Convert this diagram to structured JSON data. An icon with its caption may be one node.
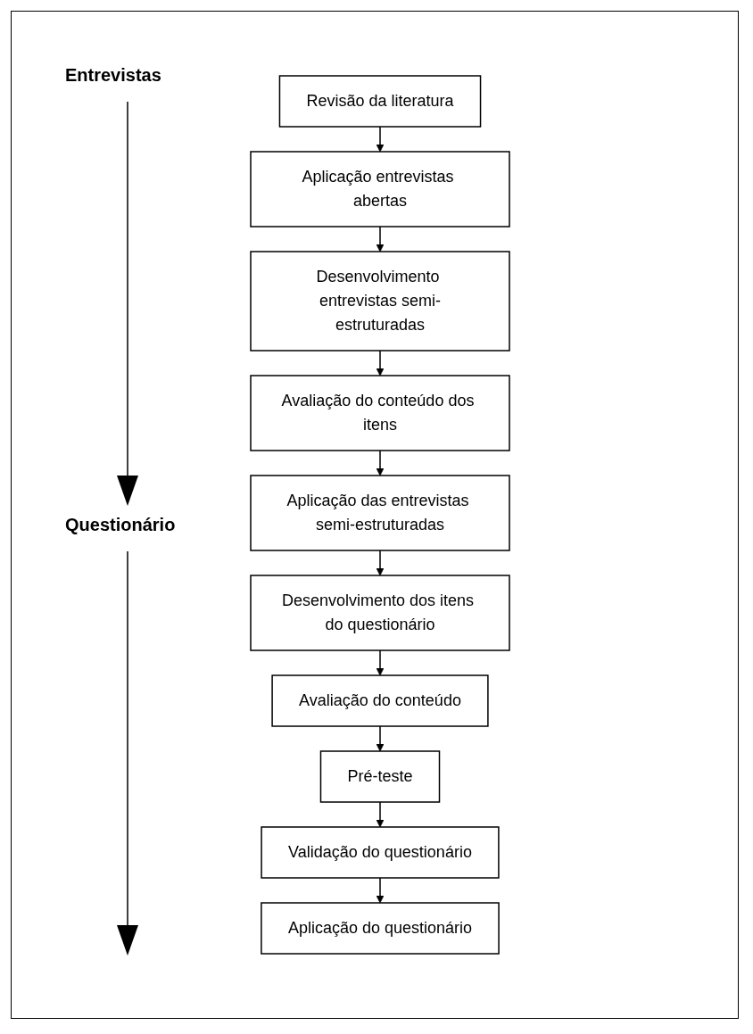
{
  "diagram": {
    "nodes": [
      {
        "text": [
          "Revisão da literatura"
        ]
      },
      {
        "text": [
          "Aplicação entrevistas abertas"
        ]
      },
      {
        "text": [
          "Desenvolvimento entrevistas semi-estruturadas"
        ]
      },
      {
        "text": [
          "Avaliação do conteúdo dos itens"
        ]
      },
      {
        "text": [
          "Aplicação das entrevistas semi-estruturadas"
        ]
      },
      {
        "text": [
          "Desenvolvimento dos itens do questionário"
        ]
      },
      {
        "text": [
          "Avaliação do conteúdo"
        ]
      },
      {
        "text": [
          "Pré-teste"
        ]
      },
      {
        "text": [
          "Validação do questionário"
        ]
      },
      {
        "text": [
          "Aplicação do questionário"
        ]
      }
    ],
    "edges": [
      {
        "from": 0,
        "to": 1,
        "arrow": "to"
      },
      {
        "from": 1,
        "to": 2,
        "arrow": "to"
      },
      {
        "from": 2,
        "to": 3,
        "arrow": "to"
      },
      {
        "from": 3,
        "to": 4,
        "arrow": "to"
      },
      {
        "from": 4,
        "to": 5,
        "arrow": "to"
      },
      {
        "from": 5,
        "to": 6,
        "arrow": "to"
      },
      {
        "from": 6,
        "to": 7,
        "arrow": "to"
      },
      {
        "from": 7,
        "to": 8,
        "arrow": "to"
      },
      {
        "from": 8,
        "to": 9,
        "arrow": "to"
      }
    ],
    "labels": [
      "Entrevistas",
      "Questionário"
    ]
  }
}
